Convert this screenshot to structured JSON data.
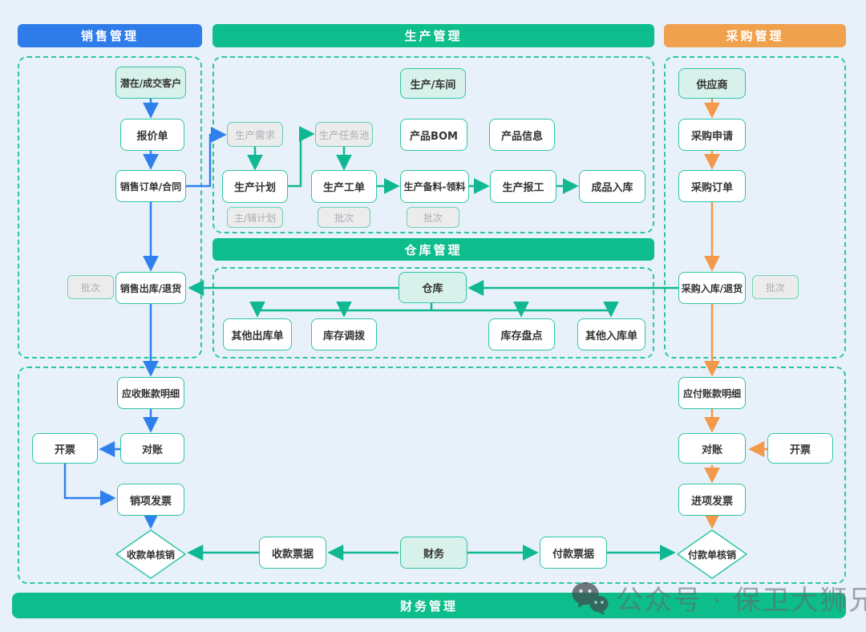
{
  "banners": {
    "sales": "销售管理",
    "production": "生产管理",
    "purchase": "采购管理",
    "warehouse": "仓库管理",
    "finance": "财务管理"
  },
  "nodes": {
    "customer": "潜在/成交客户",
    "quote": "报价单",
    "sales_order": "销售订单/合同",
    "sales_batch": "批次",
    "sales_outbound": "销售出库/退货",
    "receivable_detail": "应收账款明细",
    "receivable_recon": "对账",
    "sales_invoicing": "开票",
    "sales_invoice": "销项发票",
    "receipt_writeoff": "收款单核销",
    "workshop": "生产/车间",
    "prod_demand": "生产需求",
    "prod_task_pool": "生产任务池",
    "product_bom": "产品BOM",
    "product_info": "产品信息",
    "prod_plan": "生产计划",
    "main_aux_plan": "主/辅计划",
    "prod_work_order": "生产工单",
    "work_order_batch": "批次",
    "prod_material": "生产备料-领料",
    "material_batch": "批次",
    "prod_report": "生产报工",
    "finished_inbound": "成品入库",
    "warehouse": "仓库",
    "other_outbound": "其他出库单",
    "stock_transfer": "库存调拨",
    "stock_count": "库存盘点",
    "other_inbound": "其他入库单",
    "supplier": "供应商",
    "purchase_request": "采购申请",
    "purchase_order": "采购订单",
    "purchase_inbound": "采购入库/退货",
    "purchase_batch": "批次",
    "payable_detail": "应付账款明细",
    "payable_recon": "对账",
    "purchase_invoicing": "开票",
    "input_invoice": "进项发票",
    "payment_writeoff": "付款单核销",
    "finance": "财务",
    "receipt_doc": "收款票据",
    "payment_doc": "付款票据"
  },
  "watermark": {
    "text": "公众号 · 保卫大狮兄",
    "icon": "wechat-icon"
  },
  "colors": {
    "blue": "#2e7ce9",
    "green": "#0ebd8c",
    "orange": "#f0a14d",
    "dash": "#2bc6a2",
    "node_border": "#2ec6a4",
    "entity_fill": "#d8f1eb",
    "arrow_blue": "#2f80ed",
    "arrow_teal": "#0fb893",
    "arrow_orange": "#f2994a",
    "background": "#e8f1f9",
    "ghost_fill": "#ececec",
    "ghost_text": "#a9aeb4"
  }
}
